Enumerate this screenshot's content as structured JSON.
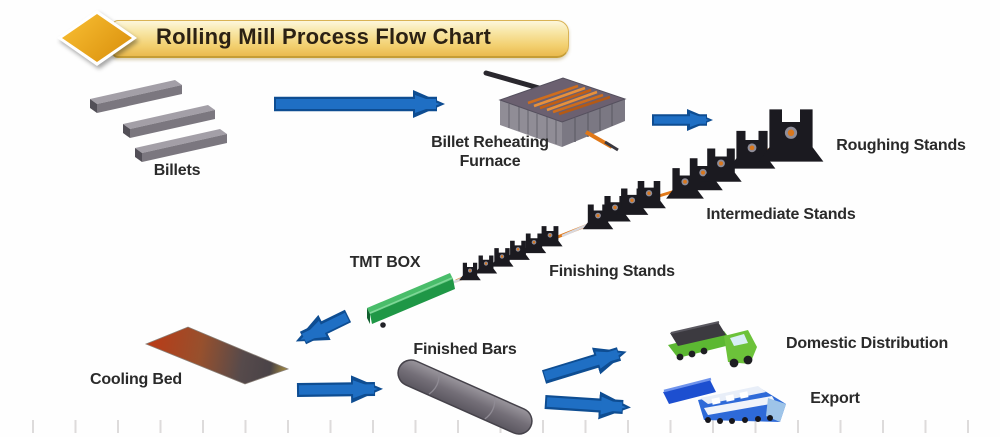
{
  "title": "Rolling Mill Process Flow Chart",
  "stages": {
    "billets": {
      "label": "Billets",
      "icon": "steel-billets-icon"
    },
    "furnace": {
      "label_line1": "Billet Reheating",
      "label_line2": "Furnace",
      "icon": "reheating-furnace-icon"
    },
    "roughing_stands": {
      "label": "Roughing Stands",
      "icon": "roughing-stands-icon"
    },
    "intermediate_stands": {
      "label": "Intermediate Stands",
      "icon": "intermediate-stands-icon"
    },
    "finishing_stands": {
      "label": "Finishing Stands",
      "icon": "finishing-stands-icon"
    },
    "tmt_box": {
      "label": "TMT BOX",
      "icon": "tmt-quench-box-icon"
    },
    "cooling_bed": {
      "label": "Cooling Bed",
      "icon": "cooling-bed-icon"
    },
    "finished_bars": {
      "label": "Finished Bars",
      "icon": "finished-bars-icon"
    },
    "domestic_distribution": {
      "label": "Domestic Distribution",
      "icon": "delivery-truck-icon"
    },
    "export": {
      "label": "Export",
      "icon": "freight-train-icon"
    }
  },
  "flow_arrows": [
    {
      "from": "billets",
      "to": "furnace"
    },
    {
      "from": "furnace",
      "to": "roughing_stands"
    },
    {
      "from": "tmt_box",
      "to": "cooling_bed"
    },
    {
      "from": "cooling_bed",
      "to": "finished_bars"
    },
    {
      "from": "finished_bars",
      "to": "domestic_distribution"
    },
    {
      "from": "finished_bars",
      "to": "export"
    }
  ],
  "colors": {
    "arrow_blue": "#1f6fc4",
    "arrow_outline": "#0e4d92",
    "banner_gold": "#f3d173",
    "diamond_orange": "#e9a616",
    "tmt_box_green": "#1f9746",
    "hot_steel_orange": "#e07818",
    "stand_black": "#1b1a20",
    "cooling_bed_red": "#bb3a16"
  }
}
